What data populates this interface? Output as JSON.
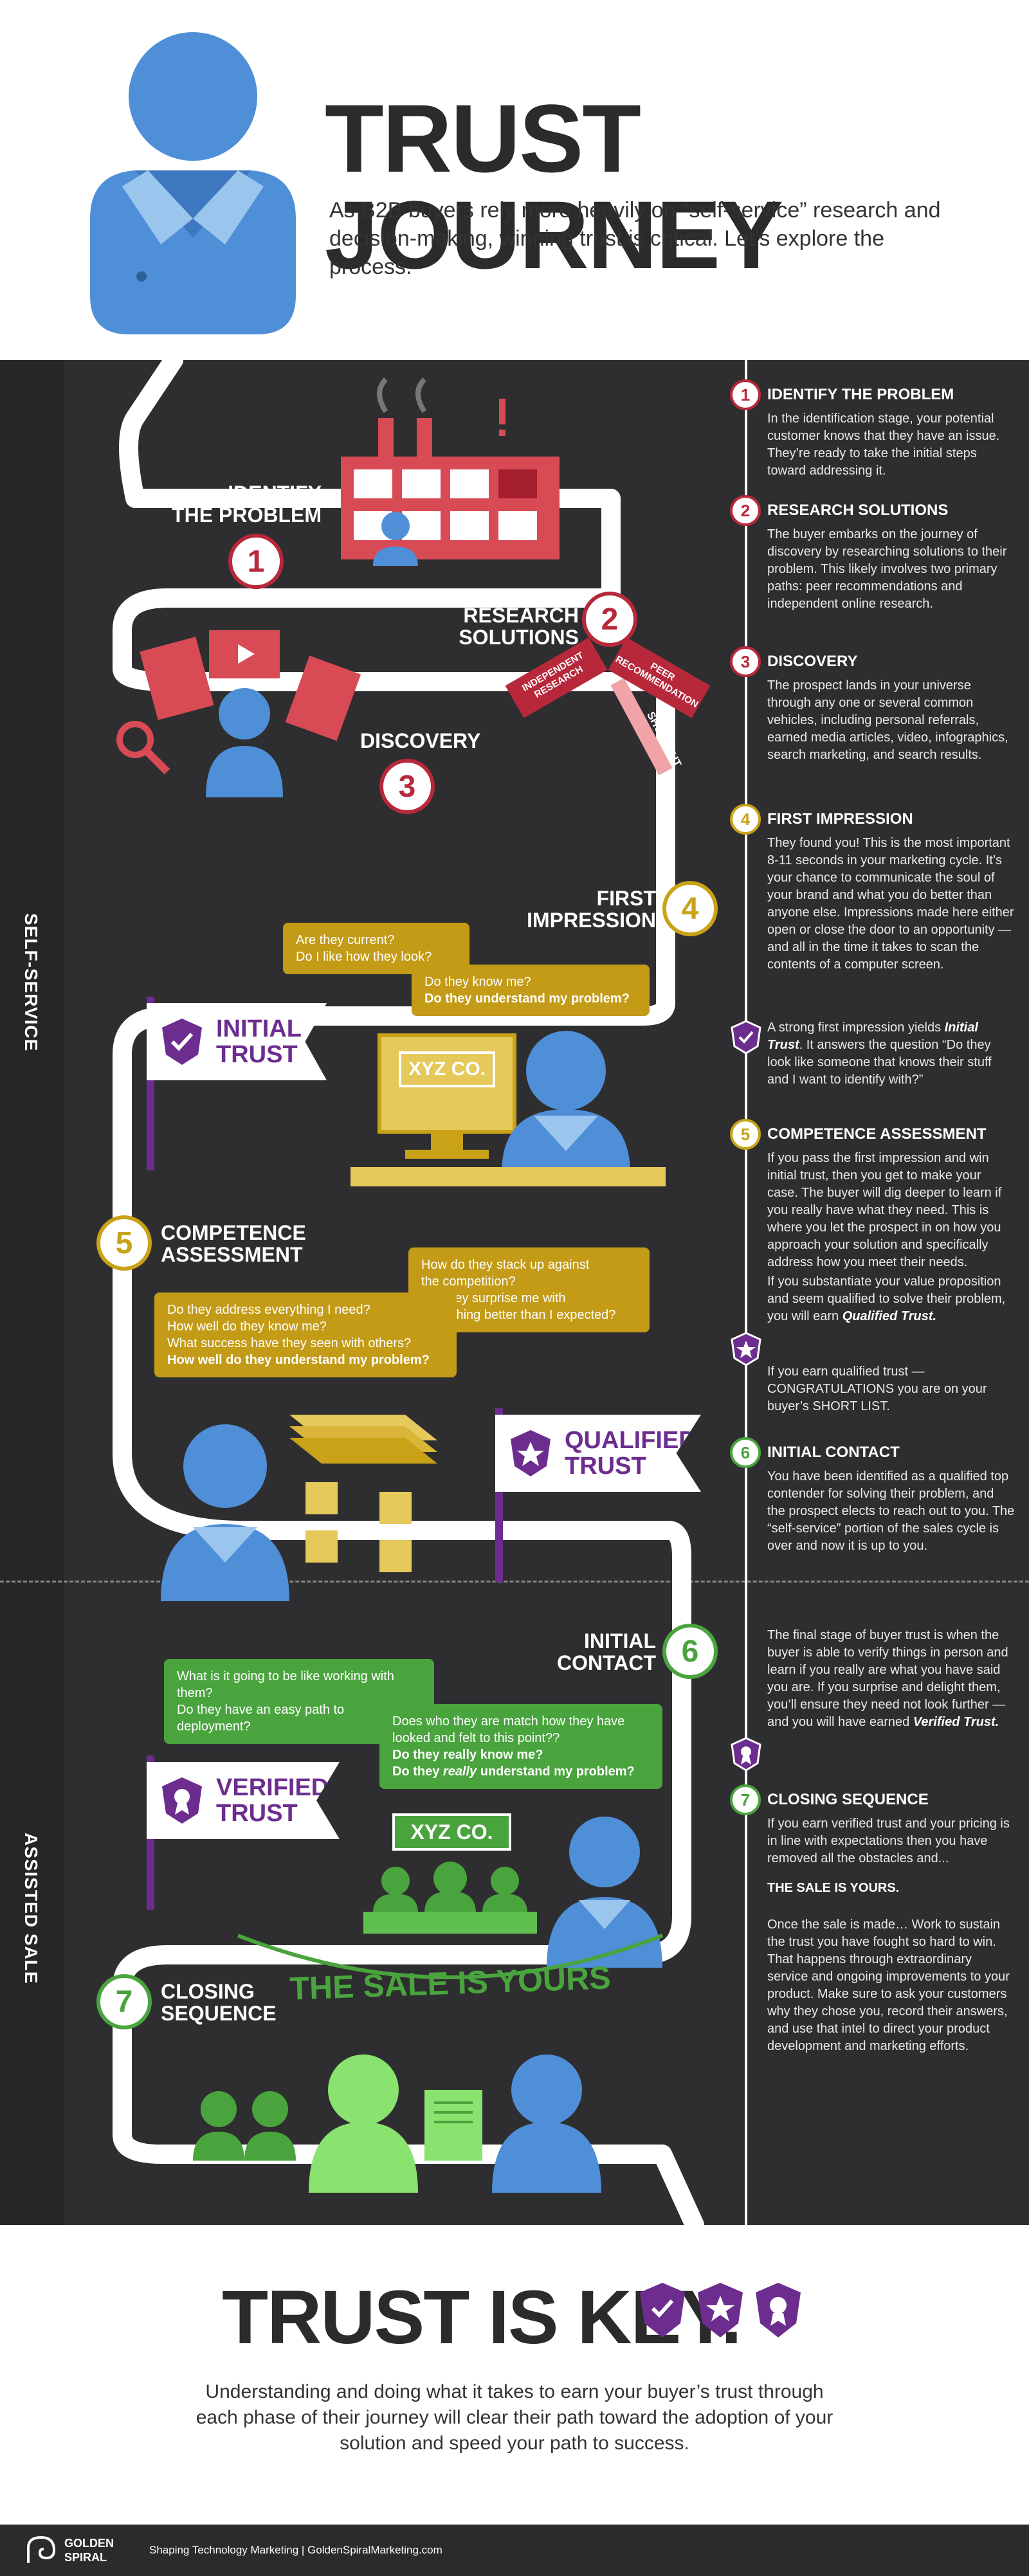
{
  "header": {
    "title": "TRUST JOURNEY",
    "intro": "As B2B buyers rely more heavily on “self-service” research and decision-making, winning trust is critical. Let’s explore the process."
  },
  "side_labels": {
    "self_service": "SELF-SERVICE",
    "assisted_sale": "ASSISTED SALE"
  },
  "stages": {
    "s1": {
      "num": "1",
      "label_l1": "IDENTIFY",
      "label_l2": "THE PROBLEM"
    },
    "s2": {
      "num": "2",
      "label_l1": "RESEARCH",
      "label_l2": "SOLUTIONS"
    },
    "s3": {
      "num": "3",
      "label_l1": "DISCOVERY"
    },
    "s4": {
      "num": "4",
      "label_l1": "FIRST",
      "label_l2": "IMPRESSION"
    },
    "s5": {
      "num": "5",
      "label_l1": "COMPETENCE",
      "label_l2": "ASSESSMENT"
    },
    "s6": {
      "num": "6",
      "label_l1": "INITIAL",
      "label_l2": "CONTACT"
    },
    "s7": {
      "num": "7",
      "label_l1": "CLOSING",
      "label_l2": "SEQUENCE"
    }
  },
  "signs": {
    "independent": "INDEPENDENT RESEARCH",
    "peer": "PEER RECOMMENDATION",
    "shortcut": "SHORTCUT"
  },
  "bubbles": {
    "fi_a_l1": "Are they current?",
    "fi_a_l2": "Do I like how they look?",
    "fi_b_l1": "Do they know me?",
    "fi_b_l2": "Do they understand my problem?",
    "ca_a_l1": "How do they stack up against",
    "ca_a_l2": "the competition?",
    "ca_a_l3": "Did they surprise me with",
    "ca_a_l4": "something better than I expected?",
    "ca_b_l1": "Do they address everything I need?",
    "ca_b_l2": "How well do they know me?",
    "ca_b_l3": "What success have they seen with others?",
    "ca_b_l4": "How well do they understand my problem?",
    "ic_a_l1": "What is it going to be like working with them?",
    "ic_a_l2": "Do they have an easy path to deployment?",
    "ic_b_l1": "Does who they are match how they have",
    "ic_b_l2": "looked and felt to this point??",
    "ic_b_l3": "Do they really know me?",
    "ic_b_l4a": "Do they ",
    "ic_b_l4b": "really",
    "ic_b_l4c": " understand my problem?"
  },
  "flags": {
    "initial": {
      "l1": "INITIAL",
      "l2": "TRUST"
    },
    "qualified": {
      "l1": "QUALIFIED",
      "l2": "TRUST"
    },
    "verified": {
      "l1": "VERIFIED",
      "l2": "TRUST"
    }
  },
  "company_sign": "XYZ CO.",
  "sale_banner": "THE SALE IS YOURS",
  "steps": [
    {
      "num": "1",
      "title": "IDENTIFY THE PROBLEM",
      "body": "In the identification stage, your potential customer knows that they have an issue. They’re ready to take the initial steps toward addressing it."
    },
    {
      "num": "2",
      "title": "RESEARCH SOLUTIONS",
      "body": "The buyer embarks on the journey of discovery by researching solutions to their problem. This likely involves two primary paths: peer recommendations and independent online research."
    },
    {
      "num": "3",
      "title": "DISCOVERY",
      "body": "The prospect lands in your universe through any one or several common vehicles, including personal referrals, earned media articles, video, infographics, search marketing, and search results."
    },
    {
      "num": "4",
      "title": "FIRST IMPRESSION",
      "body": "They found you! This is the most important 8-11 seconds in your marketing cycle. It’s your chance to communicate the soul of your brand and what you do better than anyone else. Impressions made here either open or close the door to an opportunity — and all in the time it takes to scan the contents of a computer screen."
    },
    {
      "num": "5",
      "title": "COMPETENCE ASSESSMENT",
      "body": "If you pass the first impression and win initial trust, then you get to make your case. The buyer will dig deeper to learn if you really have what they need. This is where you let the prospect in on how you approach your solution and specifically address how you meet their needs."
    },
    {
      "num": "6",
      "title": "INITIAL CONTACT",
      "body": "You have been identified as a qualified top contender for solving their problem, and the prospect elects to reach out to you. The “self-service” portion of the sales cycle is over and now it is up to you."
    },
    {
      "num": "7",
      "title": "CLOSING SEQUENCE",
      "body": "If you earn verified trust and your pricing is in line with expectations then you have removed all the obstacles and..."
    }
  ],
  "notes": {
    "initial_a": "A strong first impression yields ",
    "initial_b": "Initial Trust",
    "initial_c": ". It answers the question “Do they look like someone that knows their stuff and I want to identify with?”",
    "qualified_p1a": "If you substantiate your value proposition and seem qualified to solve their problem, you will earn ",
    "qualified_p1b": "Qualified Trust.",
    "qualified_p2": "If you earn qualified trust — CONGRATULATIONS you are on your buyer’s SHORT LIST.",
    "verified_a": "The final stage of buyer trust is when the buyer is able to verify things in person and learn if you really are what you have said you are. If you surprise and delight them, you’ll ensure they need not look further — and you will have earned ",
    "verified_b": "Verified Trust.",
    "sale_yours": "THE SALE IS YOURS.",
    "after_sale": "Once the sale is made… Work to sustain the trust you have fought so hard to win. That happens through extraordinary service and ongoing improvements to your product. Make sure to ask your customers why they chose you, record their answers, and use that intel to direct your product development and marketing efforts."
  },
  "closing": {
    "title": "TRUST IS KEY.",
    "text": "Understanding and doing what it takes to earn your buyer’s trust through each phase of their journey will clear their path toward the adoption of your solution and speed your path to success."
  },
  "footer": {
    "brand_l1": "GOLDEN",
    "brand_l2": "SPIRAL",
    "tagline": "Shaping Technology Marketing  |  GoldenSpiralMarketing.com"
  },
  "colors": {
    "red": "#b7283a",
    "gold": "#c9a217",
    "green": "#4aa43e",
    "purple": "#6c2d8f",
    "blue": "#4f8fd8",
    "dark": "#2e2e30"
  }
}
